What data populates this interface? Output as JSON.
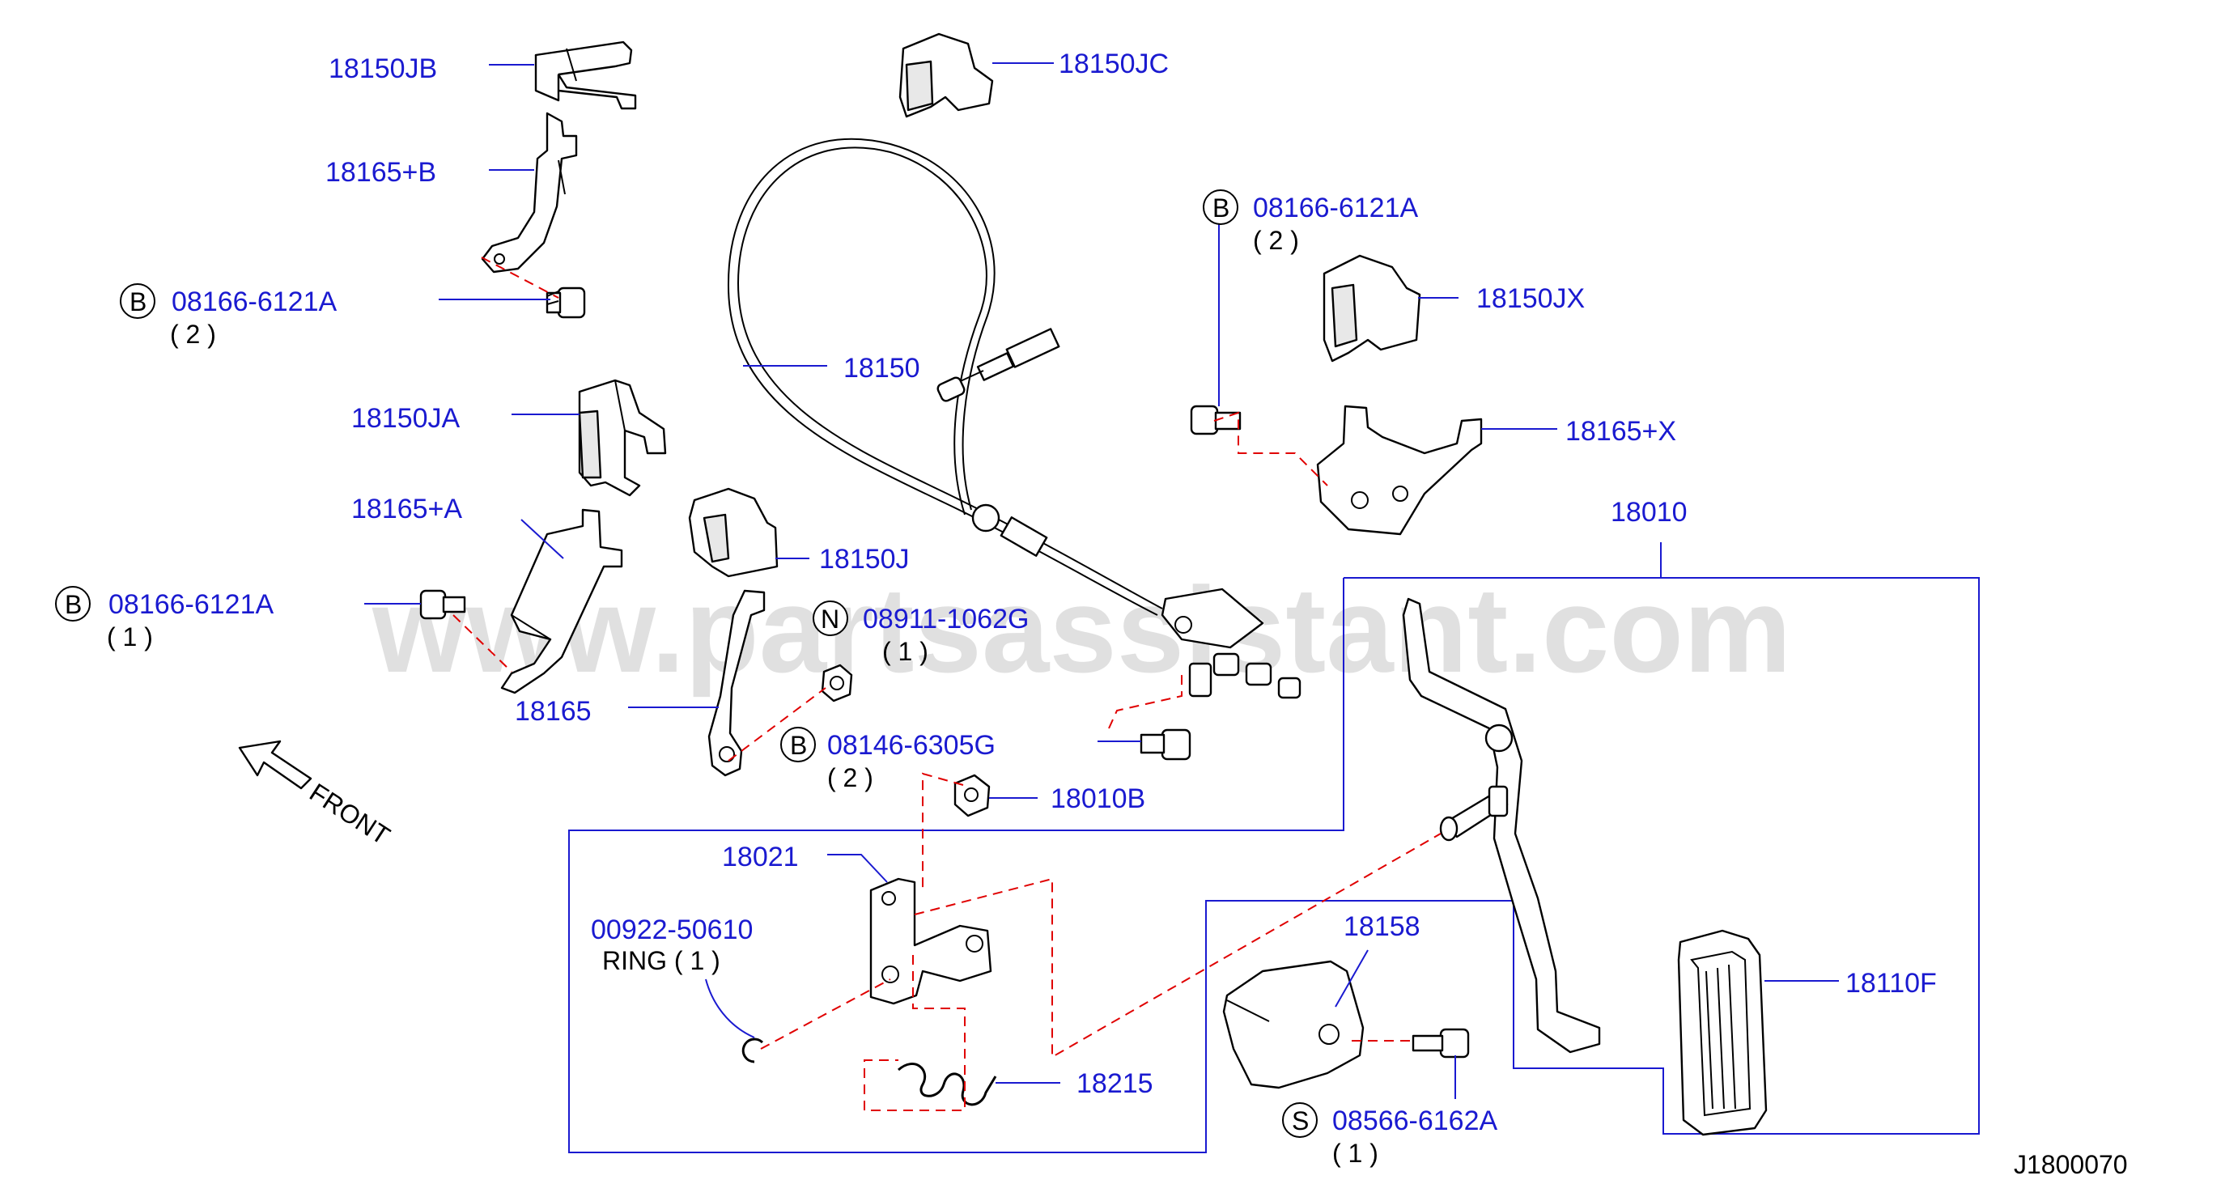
{
  "watermark": "www.partsassistant.com",
  "diagram_id": "J1800070",
  "front_label": "FRONT",
  "labels": {
    "p18150JB": "18150JB",
    "p18165B": "18165+B",
    "p08166a": "08166-6121A",
    "p08166a_qty": "( 2 )",
    "p18150JA": "18150JA",
    "p18165A": "18165+A",
    "p08166b": "08166-6121A",
    "p08166b_qty": "( 1 )",
    "p18165": "18165",
    "p18150JC": "18150JC",
    "p18150": "18150",
    "p18150J": "18150J",
    "p08911": "08911-1062G",
    "p08911_qty": "( 1 )",
    "p08146": "08146-6305G",
    "p08146_qty": "( 2 )",
    "p18010B": "18010B",
    "p08166c": "08166-6121A",
    "p08166c_qty": "( 2 )",
    "p18150JX": "18150JX",
    "p18165X": "18165+X",
    "p18010": "18010",
    "p18021": "18021",
    "p00922": "00922-50610",
    "p00922_ring": "RING ( 1 )",
    "p18215": "18215",
    "p18158": "18158",
    "p18110F": "18110F",
    "p08566": "08566-6162A",
    "p08566_qty": "( 1 )"
  },
  "symbols": {
    "bolt_b": "B",
    "nut_n": "N",
    "screw_s": "S"
  },
  "colors": {
    "label": "#1a1ad0",
    "leader": "#1a1ad0",
    "dashed_guide": "#e00000",
    "part_outline": "#000000",
    "watermark": "#c8c8c8"
  }
}
